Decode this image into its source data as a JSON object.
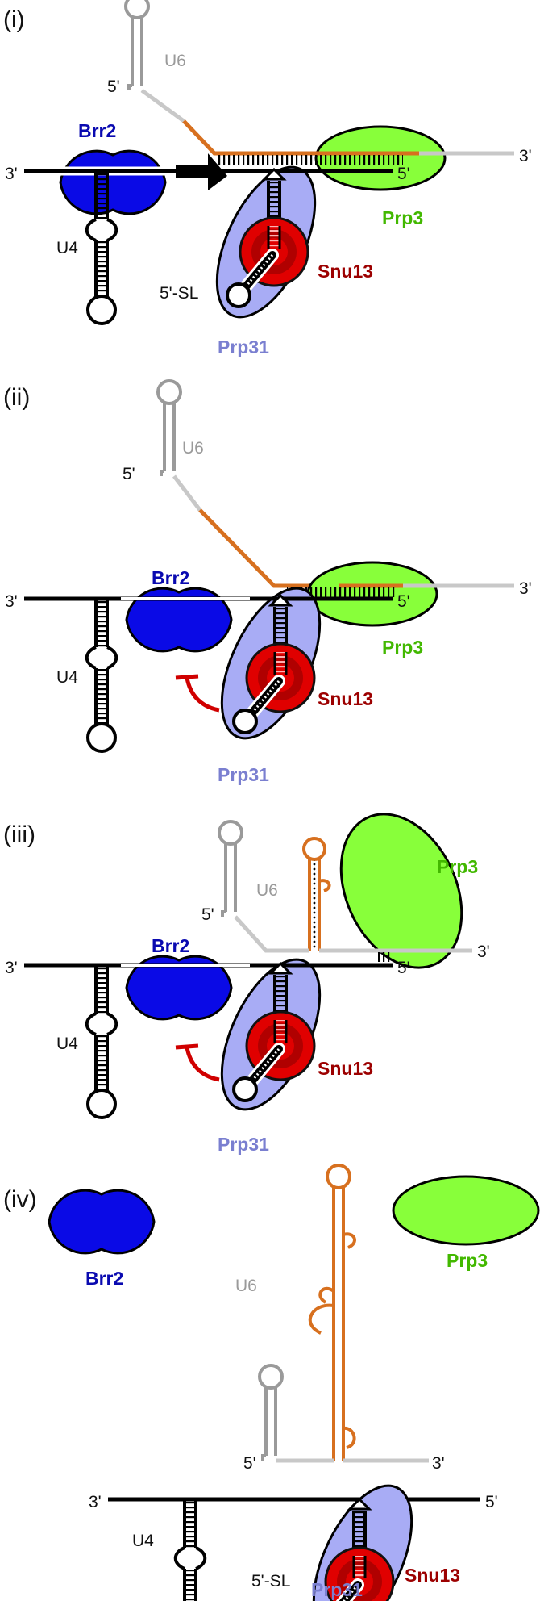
{
  "panels": [
    {
      "label": "(i)",
      "u4": {
        "name": "U4",
        "three_prime": "3'",
        "five_prime": "5'",
        "five_prime_sl": "5'-SL"
      },
      "u6": {
        "name": "U6",
        "five_prime": "5'",
        "three_prime": "3'"
      },
      "proteins": {
        "brr2": "Brr2",
        "prp3": "Prp3",
        "snu13": "Snu13",
        "prp31": "Prp31"
      }
    },
    {
      "label": "(ii)",
      "u4": {
        "name": "U4",
        "three_prime": "3'",
        "five_prime": "5'"
      },
      "u6": {
        "name": "U6",
        "five_prime": "5'",
        "three_prime": "3'"
      },
      "proteins": {
        "brr2": "Brr2",
        "prp3": "Prp3",
        "snu13": "Snu13",
        "prp31": "Prp31"
      }
    },
    {
      "label": "(iii)",
      "u4": {
        "name": "U4",
        "three_prime": "3'",
        "five_prime": "5'"
      },
      "u6": {
        "name": "U6",
        "five_prime": "5'",
        "three_prime": "3'"
      },
      "proteins": {
        "brr2": "Brr2",
        "prp3": "Prp3",
        "snu13": "Snu13",
        "prp31": "Prp31"
      }
    },
    {
      "label": "(iv)",
      "u4": {
        "name": "U4",
        "three_prime": "3'",
        "five_prime": "5'",
        "five_prime_sl": "5'-SL"
      },
      "u6": {
        "name": "U6",
        "five_prime": "5'",
        "three_prime": "3'"
      },
      "proteins": {
        "brr2": "Brr2",
        "prp3": "Prp3",
        "snu13": "Snu13",
        "prp31": "Prp31"
      }
    }
  ],
  "colors": {
    "brr2": "#0a0ae6",
    "prp3": "#88ff3a",
    "snu13": "#e00000",
    "snu13_dark": "#b00000",
    "prp31": "#a8acf5",
    "u4_strand": "#000000",
    "u6_strand": "#c8c8c8",
    "u6_orange": "#d7701f",
    "inhibit": "#d00000"
  }
}
